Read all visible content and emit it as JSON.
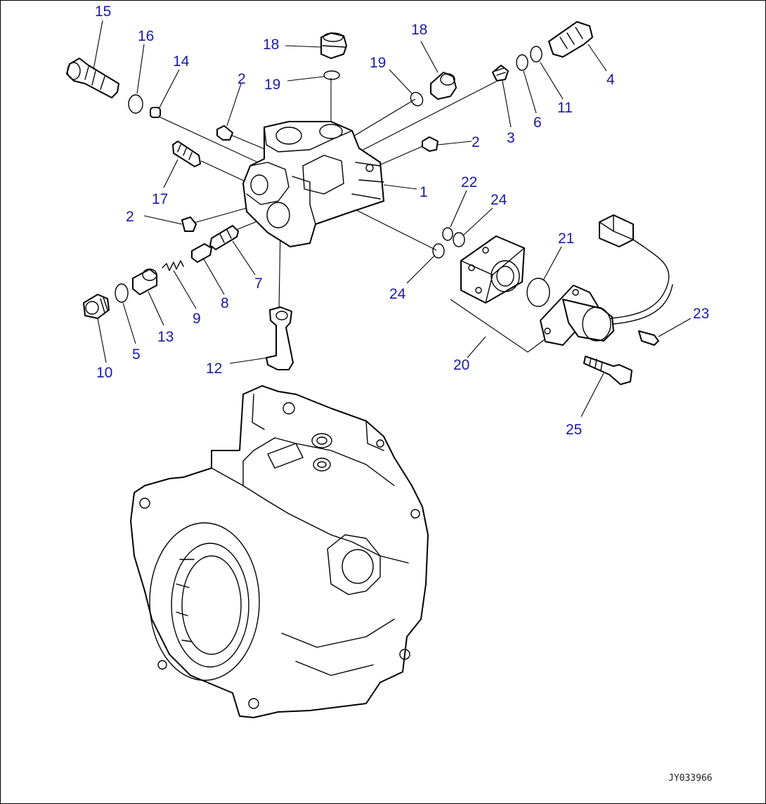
{
  "diagram": {
    "label_color": "#1a1aa6",
    "line_color": "#000000",
    "drawing_code": "JY033966",
    "callouts": [
      {
        "id": "c15a",
        "text": "15"
      },
      {
        "id": "c16",
        "text": "16"
      },
      {
        "id": "c14",
        "text": "14"
      },
      {
        "id": "c2a",
        "text": "2"
      },
      {
        "id": "c18a",
        "text": "18"
      },
      {
        "id": "c19a",
        "text": "19"
      },
      {
        "id": "c19b",
        "text": "19"
      },
      {
        "id": "c18b",
        "text": "18"
      },
      {
        "id": "c4",
        "text": "4"
      },
      {
        "id": "c11",
        "text": "11"
      },
      {
        "id": "c6",
        "text": "6"
      },
      {
        "id": "c3",
        "text": "3"
      },
      {
        "id": "c2b",
        "text": "2"
      },
      {
        "id": "c1",
        "text": "1"
      },
      {
        "id": "c17",
        "text": "17"
      },
      {
        "id": "c2c",
        "text": "2"
      },
      {
        "id": "c7",
        "text": "7"
      },
      {
        "id": "c8",
        "text": "8"
      },
      {
        "id": "c9",
        "text": "9"
      },
      {
        "id": "c13",
        "text": "13"
      },
      {
        "id": "c5",
        "text": "5"
      },
      {
        "id": "c10",
        "text": "10"
      },
      {
        "id": "c12",
        "text": "12"
      },
      {
        "id": "c22",
        "text": "22"
      },
      {
        "id": "c24a",
        "text": "24"
      },
      {
        "id": "c24b",
        "text": "24"
      },
      {
        "id": "c21",
        "text": "21"
      },
      {
        "id": "c23",
        "text": "23"
      },
      {
        "id": "c20",
        "text": "20"
      },
      {
        "id": "c25",
        "text": "25"
      }
    ]
  }
}
